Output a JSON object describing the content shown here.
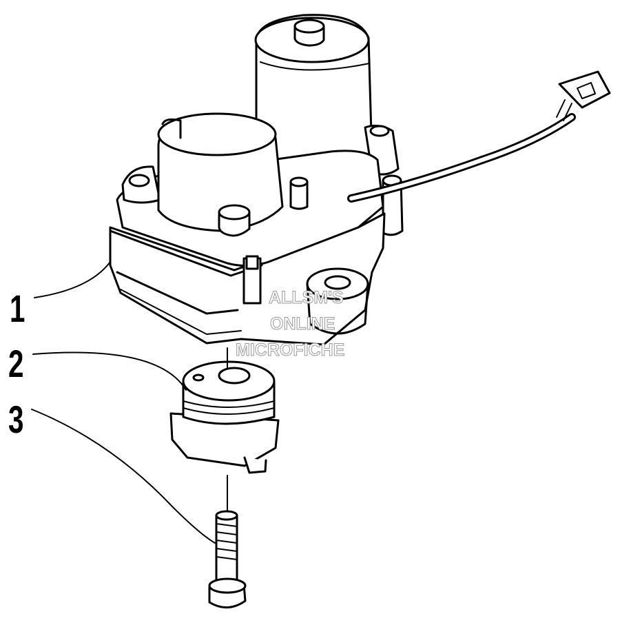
{
  "diagram": {
    "callouts": [
      {
        "id": "1",
        "label": "1"
      },
      {
        "id": "2",
        "label": "2"
      },
      {
        "id": "3",
        "label": "3"
      }
    ],
    "watermark": {
      "line1": "ALLSM'S",
      "line2": "ONLINE",
      "line3": "MICROFICHE",
      "color": "#9a9a9a"
    },
    "colors": {
      "line": "#000000",
      "background": "#ffffff"
    }
  }
}
